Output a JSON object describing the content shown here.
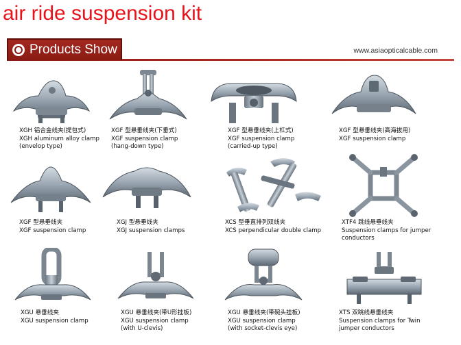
{
  "page": {
    "title": "air ride suspension kit"
  },
  "banner": {
    "tab_label": "Products Show",
    "url": "www.asiaopticalcable.com"
  },
  "products": [
    {
      "lines": [
        "XGH 铝合金线夹(提包式)",
        "XGH aluminum alloy clamp",
        "(envelop type)"
      ],
      "icon": "xgh-envelop-clamp-icon"
    },
    {
      "lines": [
        "XGF 型悬垂线夹(下垂式)",
        "XGF suspension clamp",
        "(hang-down type)"
      ],
      "icon": "xgf-hang-down-clamp-icon"
    },
    {
      "lines": [
        "XGF 型悬垂线夹(上杠式)",
        "XGF suspension clamp",
        "(carried-up type)"
      ],
      "icon": "xgf-carried-up-clamp-icon"
    },
    {
      "lines": [
        "XGF 型悬垂线夹(高海拔用)",
        "XGF suspension clamp"
      ],
      "icon": "xgf-high-altitude-clamp-icon"
    },
    {
      "lines": [
        "XGF 型悬垂线夹",
        "XGF suspension clamp"
      ],
      "icon": "xgf-suspension-clamp-icon"
    },
    {
      "lines": [
        "XGJ 型悬垂线夹",
        "XGJ suspension clamps"
      ],
      "icon": "xgj-suspension-clamp-icon"
    },
    {
      "lines": [
        "XCS 型垂直排列双线夹",
        "XCS perpendicular double clamp"
      ],
      "icon": "xcs-double-clamp-icon"
    },
    {
      "lines": [
        "XTF4 跳线悬垂线夹",
        "Suspension clamps for jumper",
        "conductors"
      ],
      "icon": "xtf4-jumper-clamp-icon"
    },
    {
      "lines": [
        "XGU 悬垂线夹",
        "XGU suspension clamp"
      ],
      "icon": "xgu-suspension-clamp-icon"
    },
    {
      "lines": [
        "XGU 悬垂线夹(带U形挂板)",
        "XGU suspension clamp",
        "(with U-clevis)"
      ],
      "icon": "xgu-u-clevis-clamp-icon"
    },
    {
      "lines": [
        "XGU 悬垂线夹(带碗头挂板)",
        "XGU suspension clamp",
        "(with socket-clevis eye)"
      ],
      "icon": "xgu-socket-clevis-clamp-icon"
    },
    {
      "lines": [
        "XTS 双跳线悬垂线夹",
        "Suspension clamps for Twin",
        "jumper conductors"
      ],
      "icon": "xts-twin-jumper-clamp-icon"
    }
  ]
}
